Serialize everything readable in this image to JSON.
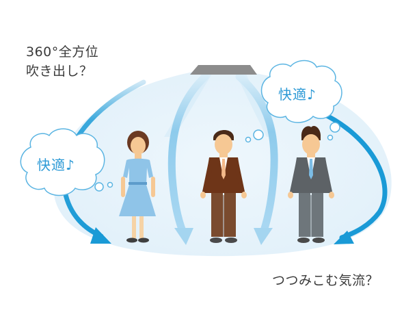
{
  "captions": {
    "top_line1": "360°全方位",
    "top_line2": "吹き出し？",
    "bottom": "つつみこむ気流？"
  },
  "bubbles": [
    {
      "id": "left",
      "text": "快適♪"
    },
    {
      "id": "right",
      "text": "快適♪"
    }
  ],
  "people": [
    {
      "id": "woman",
      "outfit": "light-blue dress",
      "thinking": true
    },
    {
      "id": "man-brown-suit",
      "outfit": "brown suit",
      "thinking": true
    },
    {
      "id": "man-gray-suit",
      "outfit": "gray suit",
      "thinking": true
    }
  ],
  "colors": {
    "airflow_dome": "#e6f3fb",
    "outer_arrow": "#1a9ad6",
    "inner_arrow": "#8ecbec",
    "bubble_stroke": "#5ab4e2",
    "bubble_text": "#2d9ad6",
    "caption_text": "#3a3a3a",
    "ceiling_unit": "#8c8c8c",
    "skin": "#f6c894",
    "hair": "#6b3a22",
    "dress": "#8fc4e8",
    "brown_suit": "#6e3518",
    "gray_suit": "#5d6266"
  },
  "icons": {
    "ceiling_unit": "air-conditioner-icon",
    "thought_bubble": "thought-cloud-icon",
    "airflow_arrow": "arrow-curved-icon"
  }
}
